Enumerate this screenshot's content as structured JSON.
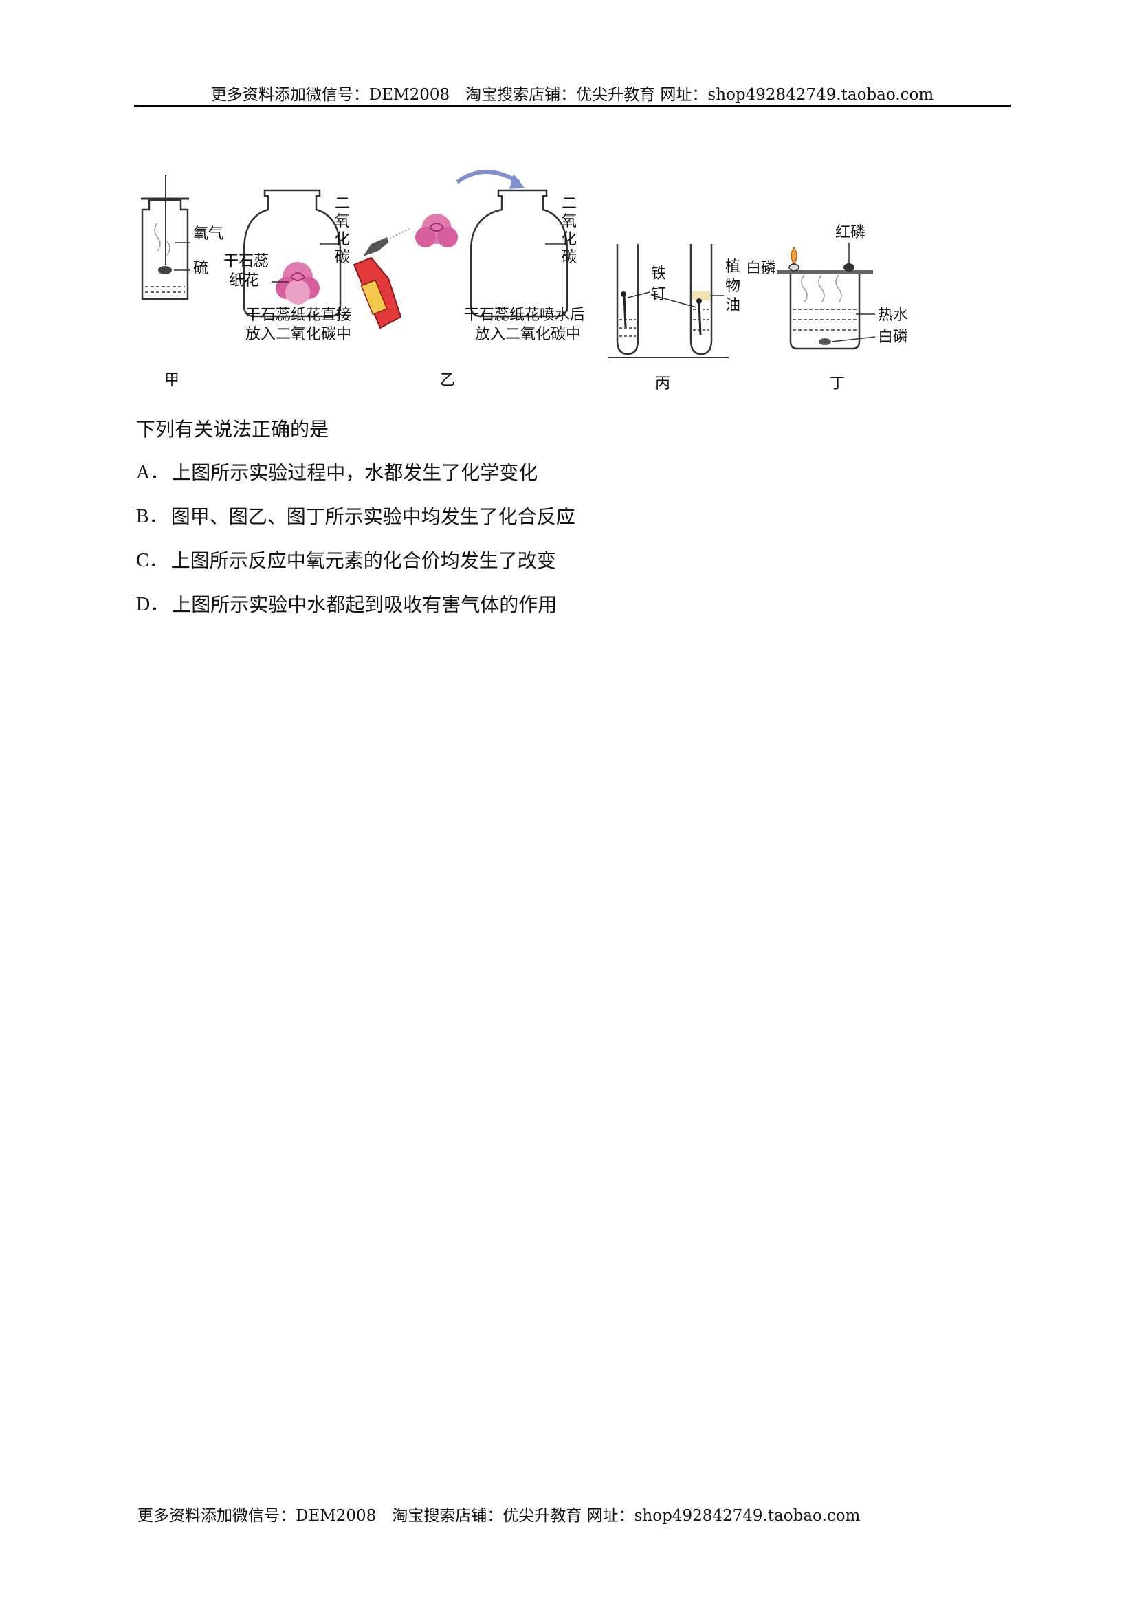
{
  "header": {
    "text": "更多资料添加微信号：DEM2008　淘宝搜索店铺：优尖升教育  网址：shop492842749.taobao.com"
  },
  "footer": {
    "text": "更多资料添加微信号：DEM2008　淘宝搜索店铺：优尖升教育  网址：shop492842749.taobao.com"
  },
  "figure": {
    "jia": {
      "caption": "甲",
      "label_gas": "氧气",
      "label_sulfur": "硫"
    },
    "yi": {
      "caption": "乙",
      "label_flower": [
        "干石蕊",
        "纸花"
      ],
      "label_co2": [
        "二",
        "氧",
        "化",
        "碳"
      ],
      "desc_1": [
        "干石蕊纸花直接",
        "放入二氧化碳中"
      ],
      "desc_2": [
        "干石蕊纸花喷水后",
        "放入二氧化碳中"
      ]
    },
    "bing": {
      "caption": "丙",
      "label_nail": [
        "铁",
        "钉"
      ],
      "label_oil": [
        "植",
        "物",
        "油"
      ]
    },
    "ding": {
      "caption": "丁",
      "label_red_p": "红磷",
      "label_white_p_top": "白磷",
      "label_hot_water": "热水",
      "label_white_p_bottom": "白磷"
    }
  },
  "question": {
    "stem": "下列有关说法正确的是"
  },
  "options": [
    {
      "letter": "A．",
      "text": "上图所示实验过程中，水都发生了化学变化"
    },
    {
      "letter": "B．",
      "text": "图甲、图乙、图丁所示实验中均发生了化合反应"
    },
    {
      "letter": "C．",
      "text": "上图所示反应中氧元素的化合价均发生了改变"
    },
    {
      "letter": "D．",
      "text": "上图所示实验中水都起到吸收有害气体的作用"
    }
  ],
  "colors": {
    "flower": "#e27bb0",
    "bottle": "#e23a3a",
    "label_yellow": "#f2c94c",
    "arrow": "#7f8fd0",
    "oil": "#f3e3b0"
  }
}
